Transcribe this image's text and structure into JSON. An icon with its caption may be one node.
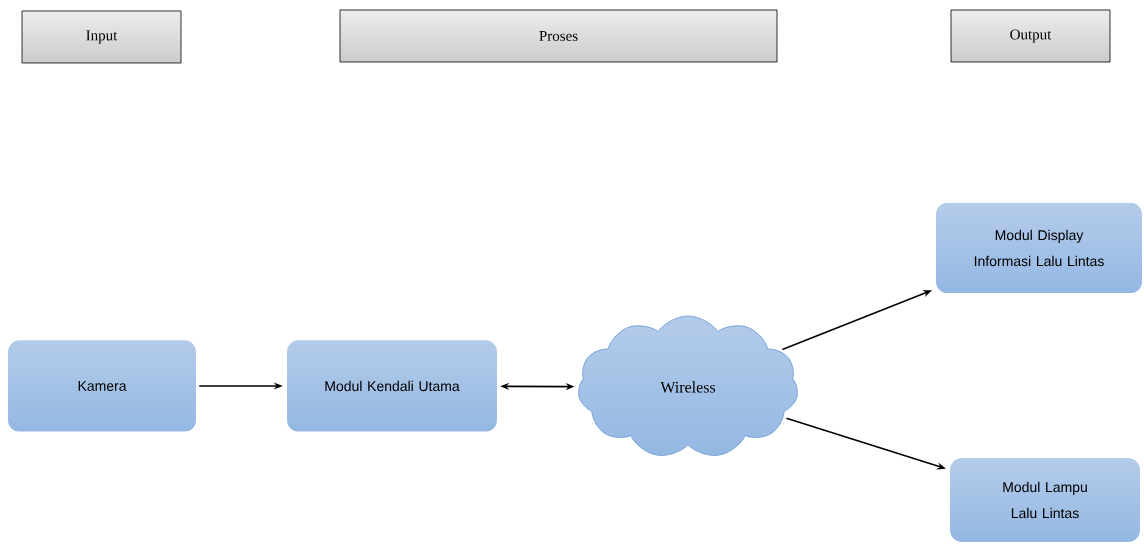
{
  "diagram": {
    "nodes": [
      {
        "text": [
          "Input"
        ]
      },
      {
        "text": [
          "Proses"
        ]
      },
      {
        "text": [
          "Output"
        ]
      },
      {
        "text": [
          "Kamera"
        ]
      },
      {
        "text": [
          "Modul Kendali Utama"
        ]
      },
      {
        "text": [
          "Wireless"
        ]
      },
      {
        "text": [
          "Modul Display Informasi Lalu Lintas"
        ]
      },
      {
        "text": [
          "Modul Lampu Lalu Lintas"
        ]
      }
    ],
    "edges": [
      {
        "from": 3,
        "to": 4,
        "arrow": "to"
      },
      {
        "from": 4,
        "to": 5,
        "arrow": "both"
      },
      {
        "from": 5,
        "to": 6,
        "arrow": "to"
      },
      {
        "from": 5,
        "to": 7,
        "arrow": "to"
      }
    ]
  }
}
